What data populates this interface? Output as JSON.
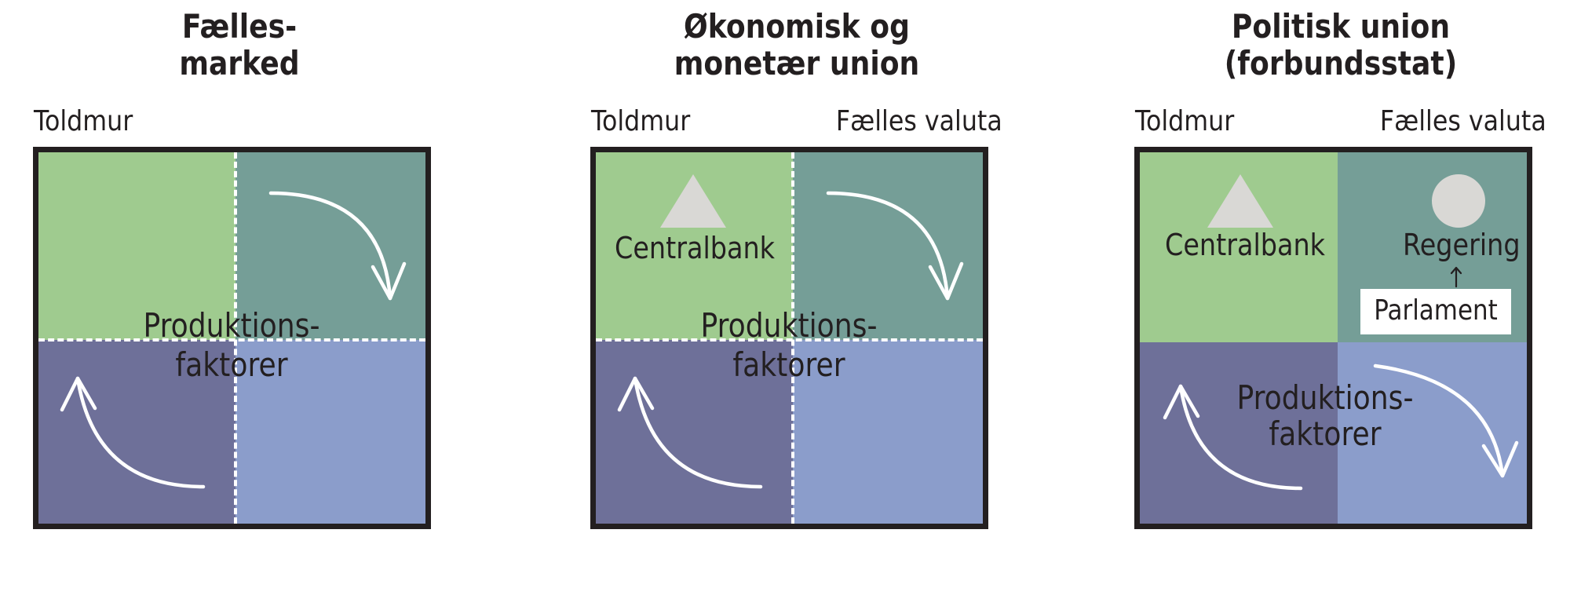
{
  "panels": [
    {
      "title_line1": "Fælles-",
      "title_line2": "marked",
      "corner_left": "Toldmur",
      "factors_line1": "Produktions-",
      "factors_line2": "faktorer"
    },
    {
      "title_line1": "Økonomisk og",
      "title_line2": "monetær union",
      "corner_left": "Toldmur",
      "corner_right": "Fælles valuta",
      "central_bank": "Centralbank",
      "factors_line1": "Produktions-",
      "factors_line2": "faktorer"
    },
    {
      "title_line1": "Politisk union",
      "title_line2": "(forbundsstat)",
      "corner_left": "Toldmur",
      "corner_right": "Fælles valuta",
      "central_bank": "Centralbank",
      "government": "Regering",
      "parliament": "Parlament",
      "factors_line1": "Produktions-",
      "factors_line2": "faktorer"
    }
  ],
  "colors": {
    "top_left": "#9fcb8f",
    "top_right": "#759e97",
    "bottom_left": "#6e7099",
    "bottom_right": "#8b9dcb",
    "frame": "#231f20",
    "symbol": "#d9d8d5",
    "dash": "#ffffff"
  }
}
